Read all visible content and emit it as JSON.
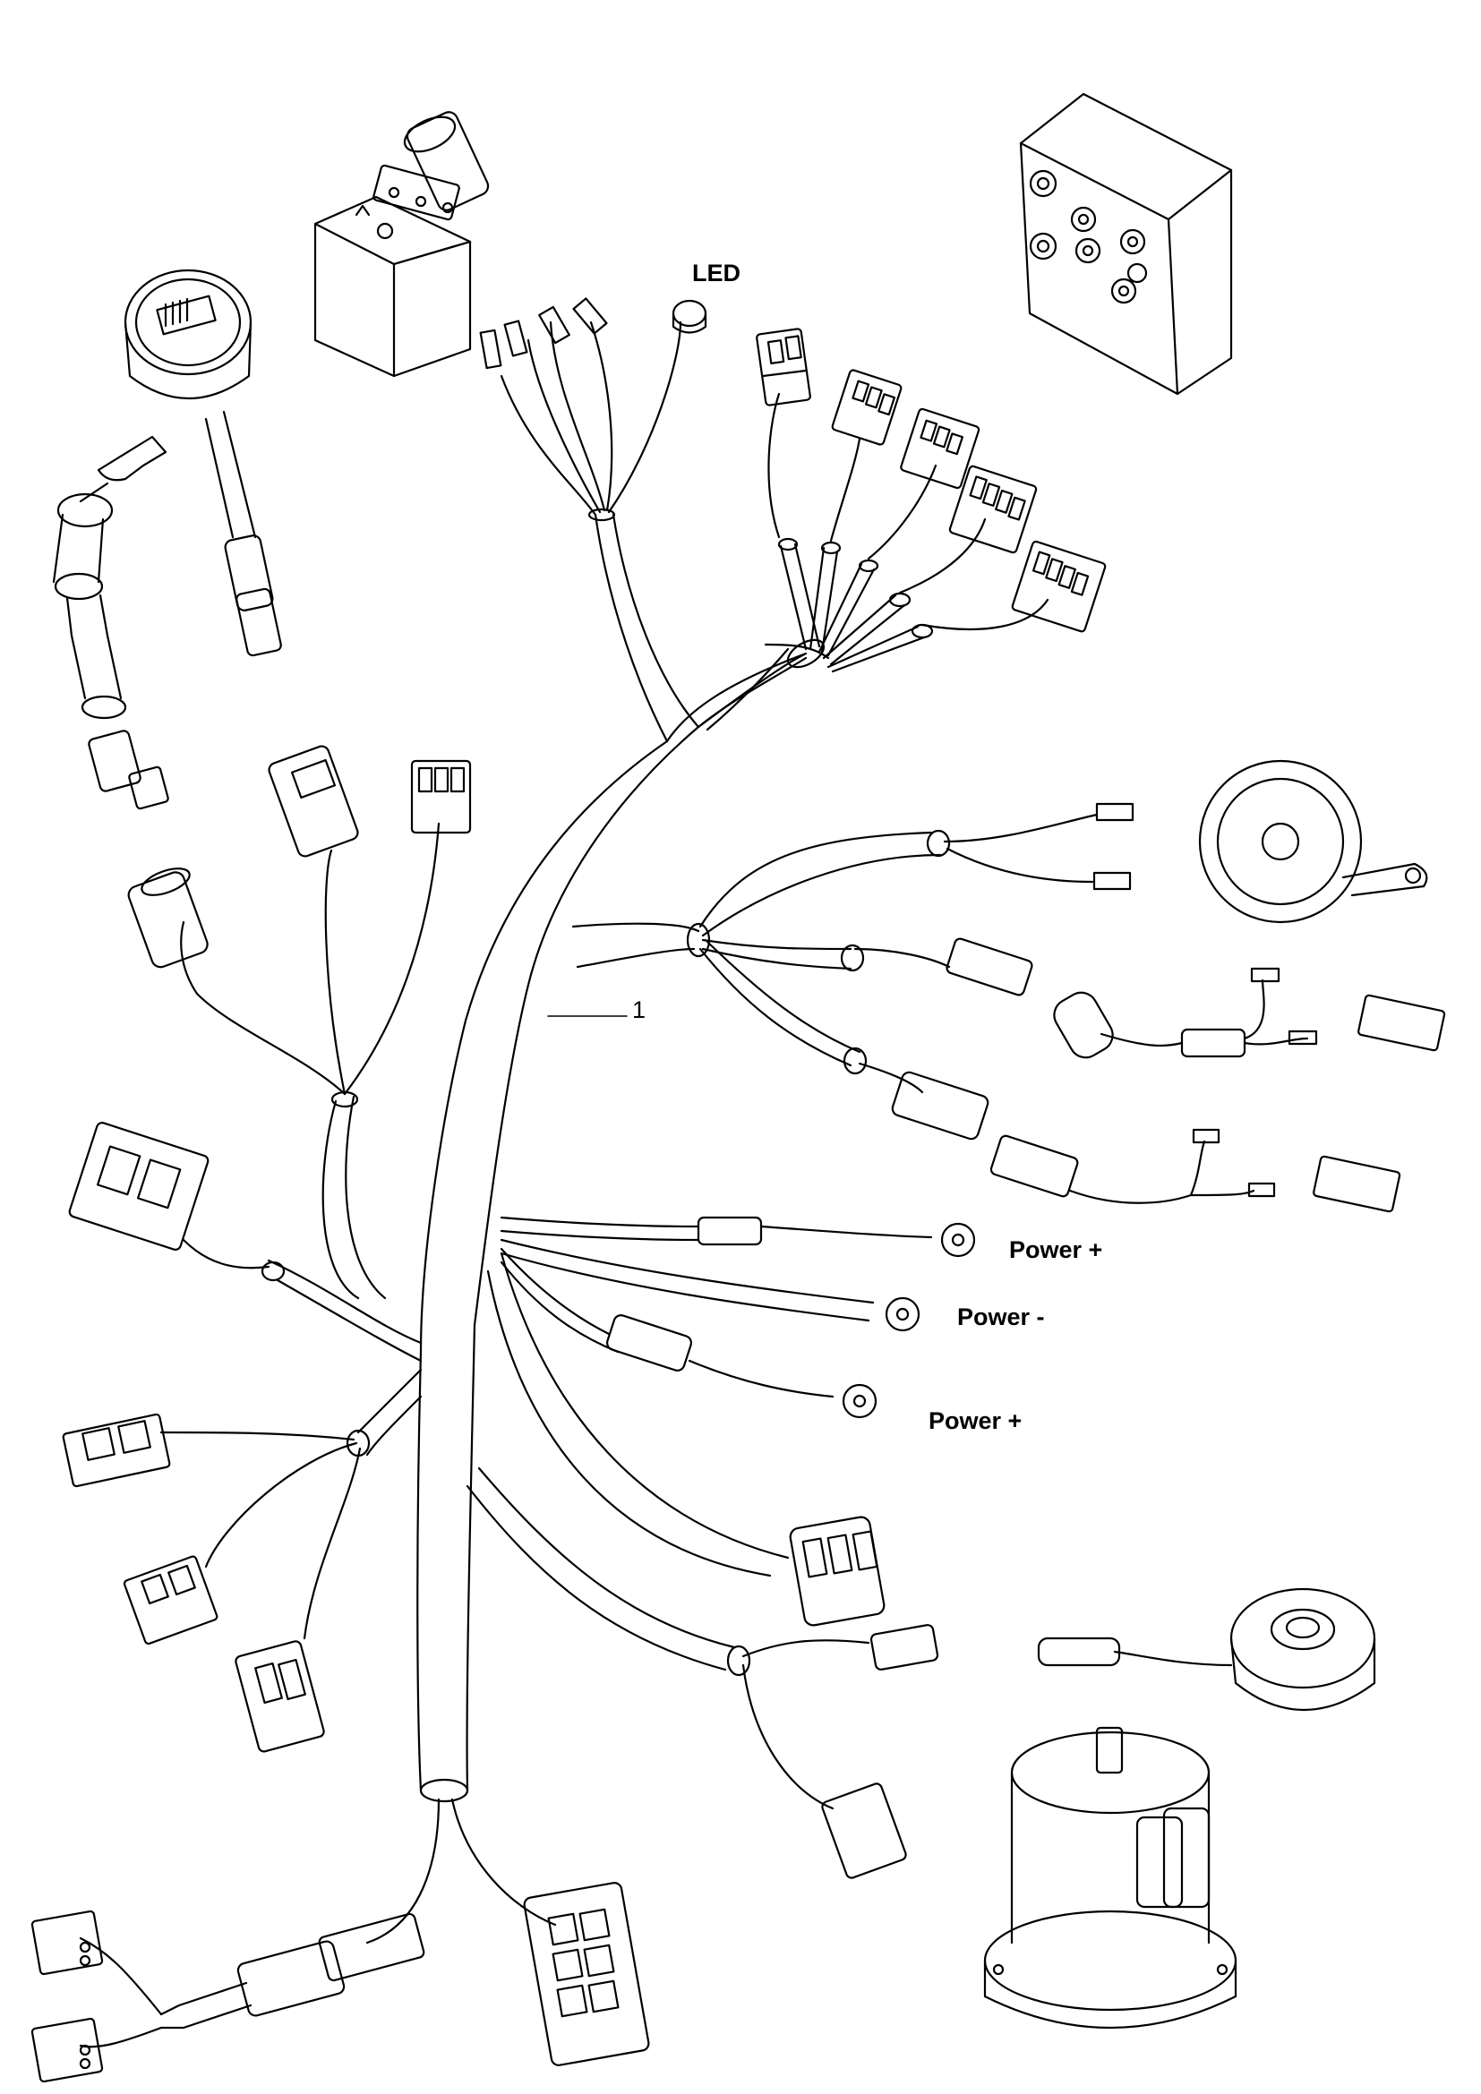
{
  "labels": {
    "led": "LED",
    "power_plus_1": "Power +",
    "power_minus": "Power -",
    "power_plus_2": "Power +",
    "ref_1": "1"
  },
  "colors": {
    "line": "#000000",
    "background": "#ffffff"
  }
}
